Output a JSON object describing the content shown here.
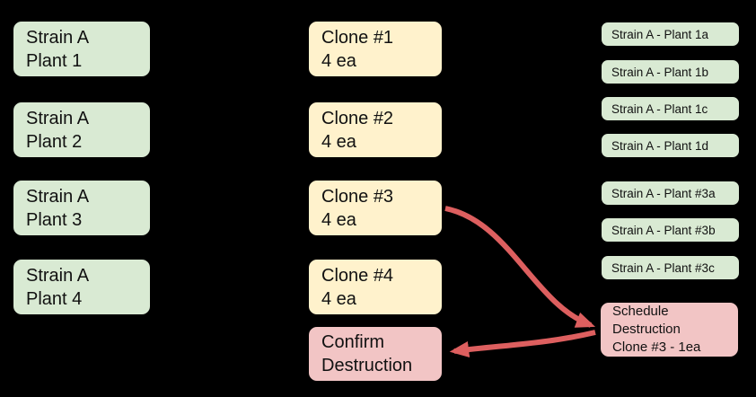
{
  "colors": {
    "canvas_bg": "#000000",
    "node_green": "#d9ead3",
    "node_yellow": "#fff2cc",
    "node_pink": "#f2c5c5",
    "arrow_red": "#dd5f5f"
  },
  "left_plants": [
    {
      "line1": "Strain A",
      "line2": "Plant 1"
    },
    {
      "line1": "Strain A",
      "line2": "Plant 2"
    },
    {
      "line1": "Strain A",
      "line2": "Plant 3"
    },
    {
      "line1": "Strain A",
      "line2": "Plant 4"
    }
  ],
  "clones": [
    {
      "line1": "Clone #1",
      "line2": "4 ea"
    },
    {
      "line1": "Clone #2",
      "line2": "4 ea"
    },
    {
      "line1": "Clone #3",
      "line2": "4 ea"
    },
    {
      "line1": "Clone #4",
      "line2": "4 ea"
    }
  ],
  "confirm_destruction": {
    "line1": "Confirm",
    "line2": "Destruction"
  },
  "plant_tags": {
    "group1": [
      "Strain A - Plant 1a",
      "Strain A - Plant 1b",
      "Strain A - Plant 1c",
      "Strain A - Plant 1d"
    ],
    "group3": [
      "Strain A - Plant #3a",
      "Strain A - Plant #3b",
      "Strain A - Plant #3c"
    ]
  },
  "schedule_destruction": {
    "line1": "Schedule",
    "line2": "Destruction",
    "line3": "Clone #3 - 1ea"
  }
}
